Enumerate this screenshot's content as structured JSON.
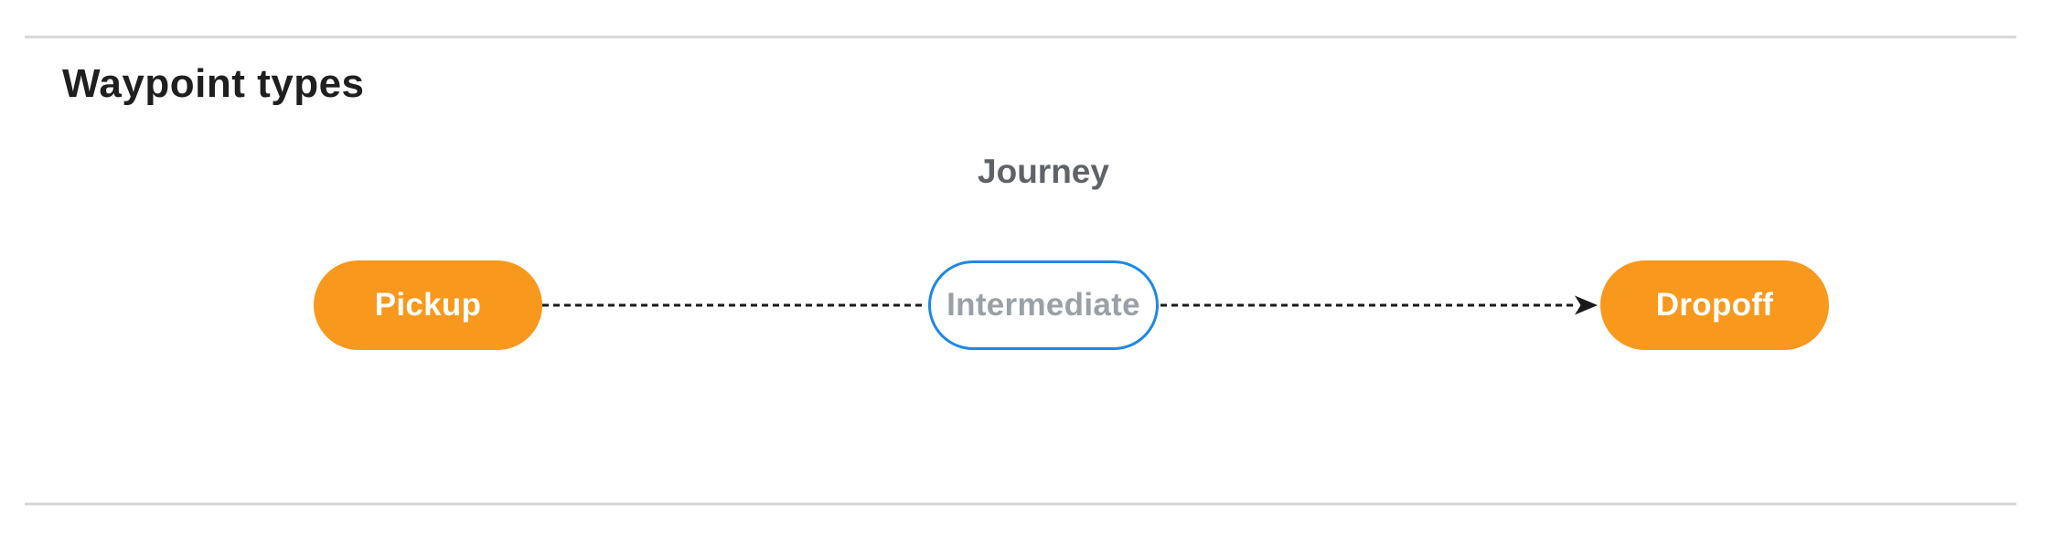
{
  "page": {
    "heading": "Waypoint types"
  },
  "diagram": {
    "title": "Journey",
    "nodes": [
      {
        "id": "pickup",
        "label": "Pickup",
        "style": "filled"
      },
      {
        "id": "intermediate",
        "label": "Intermediate",
        "style": "outlined"
      },
      {
        "id": "dropoff",
        "label": "Dropoff",
        "style": "filled"
      }
    ],
    "edges": [
      {
        "from": "pickup",
        "to": "intermediate",
        "style": "dashed",
        "arrowhead": false
      },
      {
        "from": "intermediate",
        "to": "dropoff",
        "style": "dashed",
        "arrowhead": true
      }
    ]
  },
  "colors": {
    "background": "#ffffff",
    "node-orange": "#f8981d",
    "node-outline-blue": "#1e88e5",
    "node-filled-text": "#ffffff",
    "node-outlined-text": "#9aa0a6",
    "diagram-title-text": "#5f6368",
    "heading-text": "#1f1f1f",
    "edge-line": "#1a1a1a",
    "divider": "#d8d8d8"
  }
}
